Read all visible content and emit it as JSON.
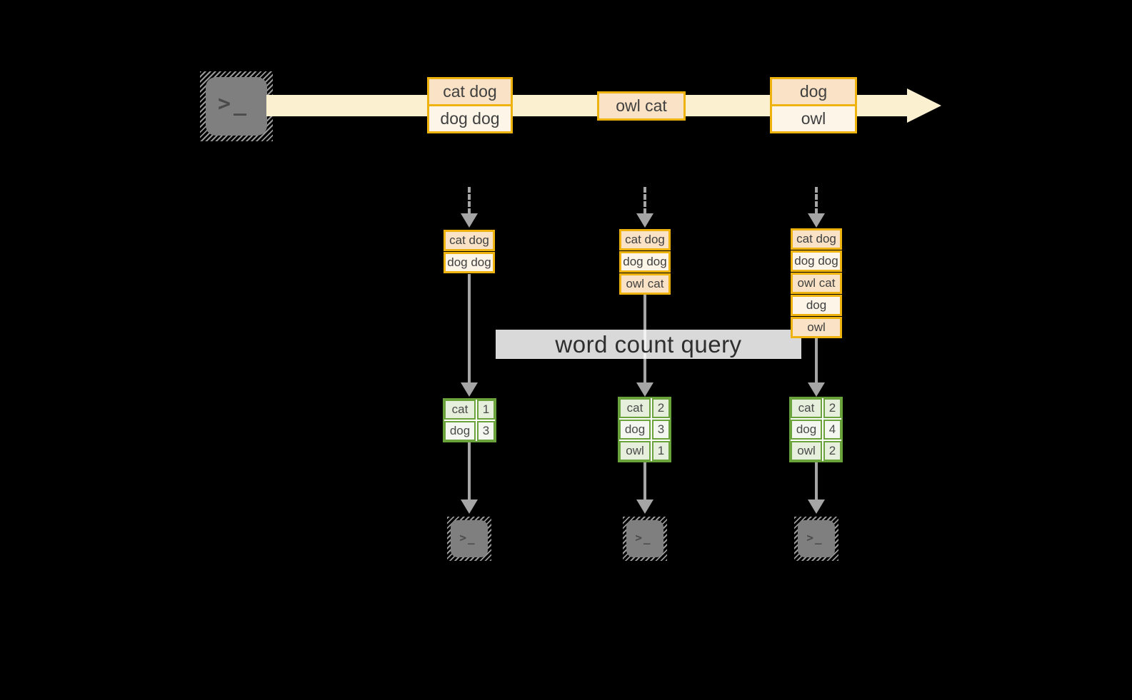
{
  "terminal_glyph": ">_",
  "stream_messages": [
    {
      "rows": [
        "cat dog",
        "dog dog"
      ]
    },
    {
      "rows": [
        "owl cat"
      ]
    },
    {
      "rows": [
        "dog",
        "owl"
      ]
    }
  ],
  "banner": {
    "label": "word count query"
  },
  "columns": [
    {
      "buffer": [
        "cat dog",
        "dog dog"
      ],
      "counts": [
        {
          "word": "cat",
          "count": "1"
        },
        {
          "word": "dog",
          "count": "3"
        }
      ]
    },
    {
      "buffer": [
        "cat dog",
        "dog dog",
        "owl cat"
      ],
      "counts": [
        {
          "word": "cat",
          "count": "2"
        },
        {
          "word": "dog",
          "count": "3"
        },
        {
          "word": "owl",
          "count": "1"
        }
      ]
    },
    {
      "buffer": [
        "cat dog",
        "dog dog",
        "owl cat",
        "dog",
        "owl"
      ],
      "counts": [
        {
          "word": "cat",
          "count": "2"
        },
        {
          "word": "dog",
          "count": "4"
        },
        {
          "word": "owl",
          "count": "2"
        }
      ]
    }
  ],
  "colors": {
    "band": "#fbf0d0",
    "box_border": "#efb310",
    "box_fill_peach": "#f9e2c5",
    "box_fill_cream": "#fdf5e8",
    "table_border": "#6aa33c",
    "table_fill_dark": "#e5efdc",
    "table_fill_light": "#f3f7ef",
    "terminal_gray": "#7f7f7f",
    "arrow_gray": "#a5a5a5",
    "banner_bg": "#ffffff"
  }
}
